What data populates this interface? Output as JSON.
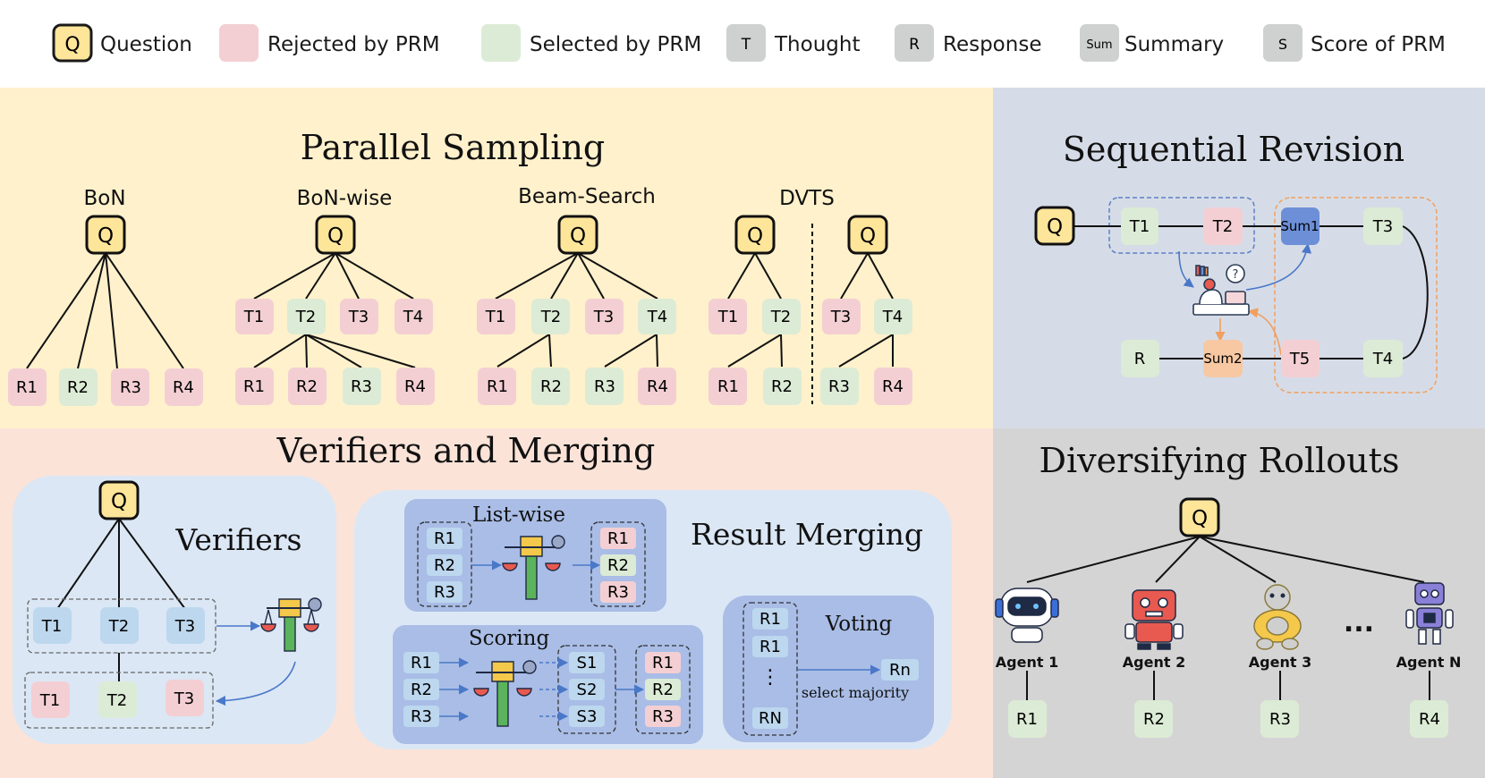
{
  "colors": {
    "question_fill": "#fde59a",
    "question_stroke": "#1a1a1a",
    "rejected": "#f3cfd3",
    "selected": "#dcebd5",
    "neutral": "#cfd0d0",
    "blue_node": "#bcd7ee",
    "yellow_panel": "#fff1cb",
    "blue_panel": "#d6dce7",
    "peach_panel": "#fbe3d8",
    "gray_panel": "#d5d4d5",
    "light_blue_box": "#dbe7f5",
    "mid_blue_box": "#a9bde6",
    "sum1_fill": "#6d8fd8",
    "sum2_fill": "#f7c8a2"
  },
  "legend": {
    "question": {
      "glyph": "Q",
      "label": "Question"
    },
    "rejected": {
      "label": "Rejected by PRM"
    },
    "selected": {
      "label": "Selected by PRM"
    },
    "thought": {
      "glyph": "T",
      "label": "Thought"
    },
    "response": {
      "glyph": "R",
      "label": "Response"
    },
    "summary": {
      "glyph": "Sum",
      "label": "Summary"
    },
    "score": {
      "glyph": "S",
      "label": "Score of PRM"
    }
  },
  "parallel_sampling": {
    "title": "Parallel Sampling",
    "q": "Q",
    "bon": {
      "title": "BoN",
      "r": [
        "R1",
        "R2",
        "R3",
        "R4"
      ]
    },
    "bon_wise": {
      "title": "BoN-wise",
      "t": [
        "T1",
        "T2",
        "T3",
        "T4"
      ],
      "r": [
        "R1",
        "R2",
        "R3",
        "R4"
      ]
    },
    "beam_search": {
      "title": "Beam-Search",
      "t": [
        "T1",
        "T2",
        "T3",
        "T4"
      ],
      "r": [
        "R1",
        "R2",
        "R3",
        "R4"
      ]
    },
    "dvts": {
      "title": "DVTS",
      "t": [
        "T1",
        "T2",
        "T3",
        "T4"
      ],
      "r": [
        "R1",
        "R2",
        "R3",
        "R4"
      ]
    }
  },
  "sequential_revision": {
    "title": "Sequential Revision",
    "q": "Q",
    "t1": "T1",
    "t2": "T2",
    "sum1": "Sum1",
    "t3": "T3",
    "r": "R",
    "sum2": "Sum2",
    "t5": "T5",
    "t4": "T4"
  },
  "verifiers_merging": {
    "title": "Verifiers and Merging",
    "verifiers": {
      "title": "Verifiers",
      "q": "Q",
      "top": [
        "T1",
        "T2",
        "T3"
      ],
      "bottom": [
        "T1",
        "T2",
        "T3"
      ]
    },
    "result_merging": {
      "title": "Result Merging"
    },
    "list_wise": {
      "title": "List-wise",
      "inputs": [
        "R1",
        "R2",
        "R3"
      ],
      "outputs": [
        "R1",
        "R2",
        "R3"
      ]
    },
    "scoring": {
      "title": "Scoring",
      "inputs": [
        "R1",
        "R2",
        "R3"
      ],
      "scores": [
        "S1",
        "S2",
        "S3"
      ],
      "outputs": [
        "R1",
        "R2",
        "R3"
      ]
    },
    "voting": {
      "title": "Voting",
      "inputs": [
        "R1",
        "R1",
        "⋮",
        "RN"
      ],
      "output": "Rn",
      "caption": "select majority"
    }
  },
  "diversifying_rollouts": {
    "title": "Diversifying Rollouts",
    "q": "Q",
    "agents": [
      "Agent 1",
      "Agent 2",
      "Agent 3",
      "Agent N"
    ],
    "ellipsis": "...",
    "responses": [
      "R1",
      "R2",
      "R3",
      "R4"
    ]
  }
}
